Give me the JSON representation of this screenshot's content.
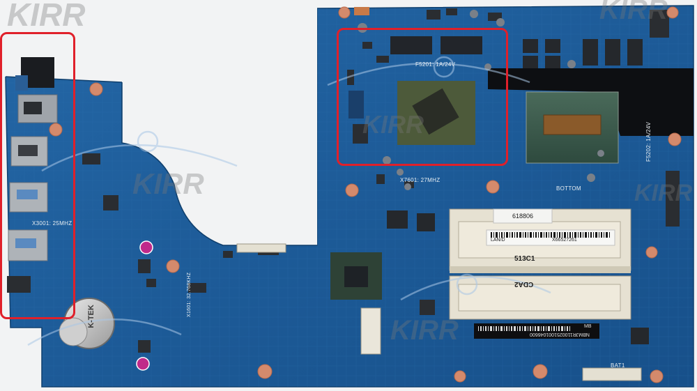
{
  "watermark": {
    "top_left": "KIRR",
    "top_right": "KIRR",
    "center_left": "KIRR",
    "center": "KIRR",
    "right": "KIRR",
    "bottom": "KIRR"
  },
  "silkscreen": {
    "crystal_gpu": "F5201: 1A/24V",
    "crystal_mid": "X7601: 27MHZ",
    "crystal_left": "X3001: 25MHZ",
    "bottom": "BOTTOM",
    "right_vertical": "F5202: 1A/24V",
    "dimm_top": "513C1",
    "dimm_bottom": "CDA2",
    "bat": "BAT1",
    "vert_mid": "X1601: 32.768KHZ"
  },
  "stickers": {
    "serial_code": "618806",
    "lan_label": "LAN/D",
    "lan_code": "X66527261",
    "barcode_code": "NBMJR1100251001046600",
    "mb_tag": "MB"
  },
  "coin_battery_text": "K-TEK",
  "colors": {
    "pcb": "#1e5e9c",
    "pcb_dark": "#134a82",
    "highlight": "#e0202a",
    "pad": "#d98a6b",
    "chip": "#202226"
  }
}
